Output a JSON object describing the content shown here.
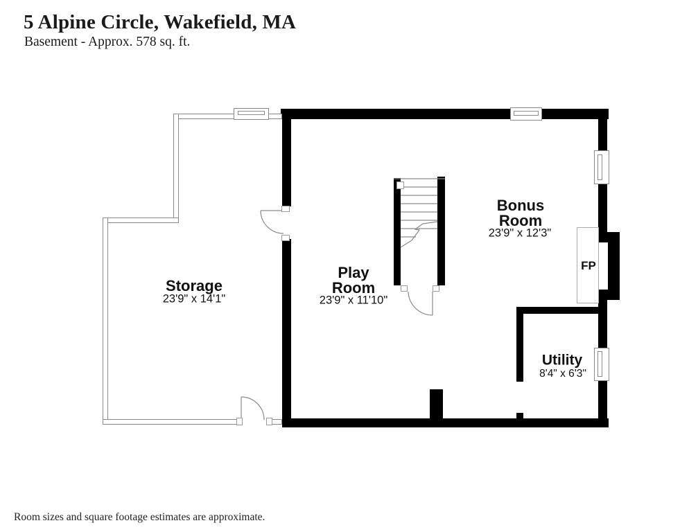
{
  "header": {
    "title": "5 Alpine Circle, Wakefield, MA",
    "subtitle": "Basement - Approx. 578 sq. ft."
  },
  "floorplan": {
    "rooms": [
      {
        "name": "Storage",
        "dimensions": "23'9\" x 14'1\""
      },
      {
        "name": "Play Room",
        "dimensions": "23'9\" x 11'10\""
      },
      {
        "name": "Bonus Room",
        "dimensions": "23'9\" x 12'3\""
      },
      {
        "name": "Utility",
        "dimensions": "8'4\" x 6'3\""
      }
    ],
    "fireplace_label": "FP",
    "colors": {
      "wall": "#000000",
      "thin_wall_line": "#8a8a8a",
      "background": "#ffffff",
      "text": "#111111"
    }
  },
  "footer": {
    "disclaimer": "Room sizes and square footage estimates are approximate."
  }
}
